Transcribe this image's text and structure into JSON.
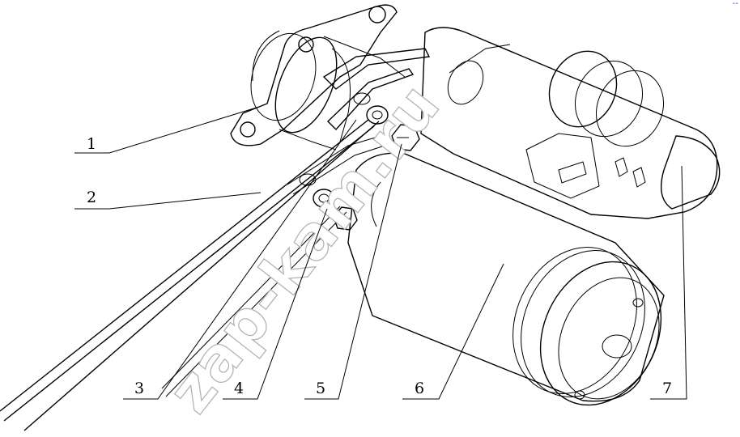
{
  "callouts": [
    {
      "id": "1",
      "label": "1"
    },
    {
      "id": "2",
      "label": "2"
    },
    {
      "id": "3",
      "label": "3"
    },
    {
      "id": "4",
      "label": "4"
    },
    {
      "id": "5",
      "label": "5"
    },
    {
      "id": "6",
      "label": "6"
    },
    {
      "id": "7",
      "label": "7"
    }
  ],
  "watermark": "zap-kam.ru",
  "corner_mark": "--"
}
